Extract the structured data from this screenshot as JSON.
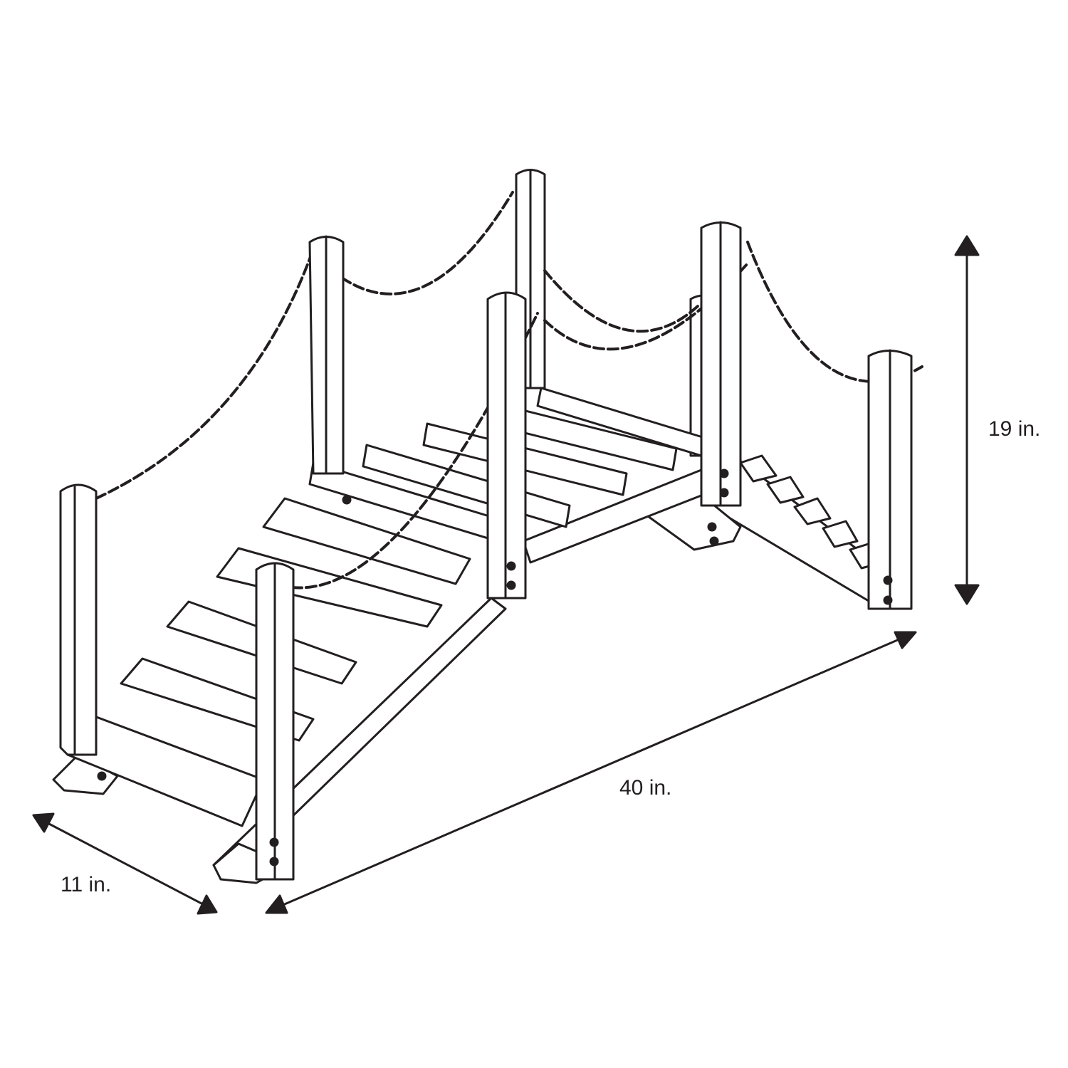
{
  "dimensions": {
    "height": "19 in.",
    "length": "40 in.",
    "width": "11 in."
  },
  "colors": {
    "line": "#231f20",
    "background": "#ffffff"
  }
}
